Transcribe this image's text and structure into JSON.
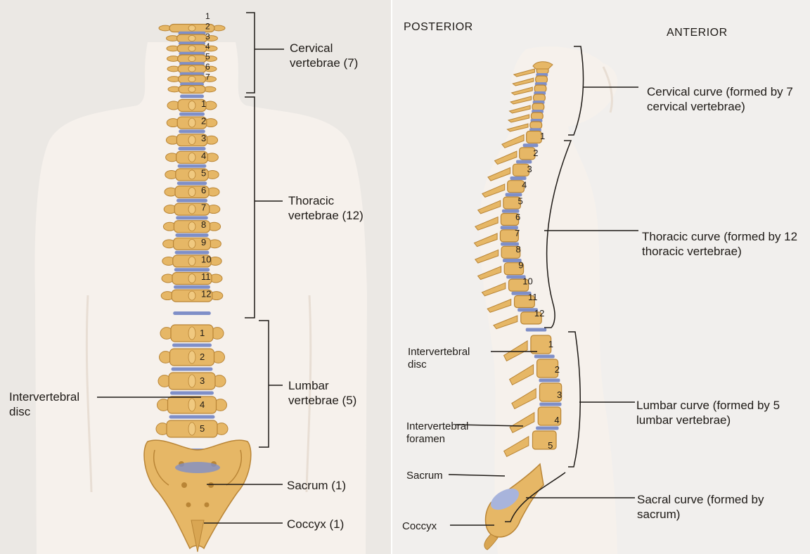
{
  "left": {
    "labels": {
      "cervical": "Cervical\nvertebrae (7)",
      "thoracic": "Thoracic\nvertebrae (12)",
      "lumbar": "Lumbar\nvertebrae (5)",
      "intervertebral_disc": "Intervertebral\ndisc",
      "sacrum": "Sacrum (1)",
      "coccyx": "Coccyx (1)"
    },
    "cervical_numbers": [
      "1",
      "2",
      "3",
      "4",
      "5",
      "6",
      "7"
    ],
    "thoracic_numbers": [
      "1",
      "2",
      "3",
      "4",
      "5",
      "6",
      "7",
      "8",
      "9",
      "10",
      "11",
      "12"
    ],
    "lumbar_numbers": [
      "1",
      "2",
      "3",
      "4",
      "5"
    ]
  },
  "right": {
    "posterior": "POSTERIOR",
    "anterior": "ANTERIOR",
    "labels": {
      "cervical_curve": "Cervical curve (formed by 7\ncervical vertebrae)",
      "thoracic_curve": "Thoracic curve (formed by 12\nthoracic vertebrae)",
      "lumbar_curve": "Lumbar curve (formed by 5\nlumbar vertebrae)",
      "sacral_curve": "Sacral curve (formed by\nsacrum)",
      "intervertebral_disc": "Intervertebral\ndisc",
      "intervertebral_foramen": "Intervertebral\nforamen",
      "sacrum": "Sacrum",
      "coccyx": "Coccyx"
    },
    "cervical_numbers": [
      "1"
    ],
    "thoracic_numbers": [
      "2",
      "3",
      "4",
      "5",
      "6",
      "7",
      "8",
      "9",
      "10",
      "11",
      "12"
    ],
    "lumbar_numbers": [
      "1",
      "2",
      "3",
      "4",
      "5"
    ]
  },
  "colors": {
    "bone": "#e6b766",
    "bone_dark": "#b98536",
    "disc": "#7f8fc8",
    "body_silhouette": "#f6f1ec"
  }
}
